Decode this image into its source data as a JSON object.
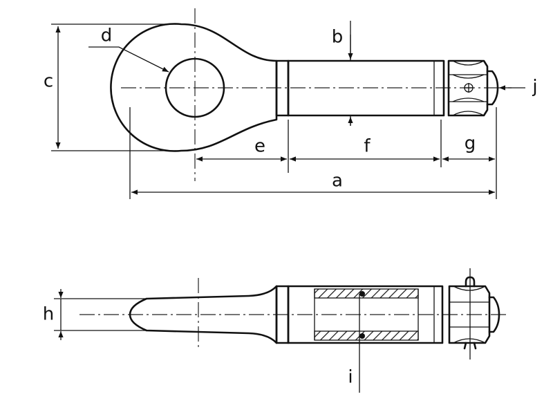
{
  "labels": {
    "a": "a",
    "b": "b",
    "c": "c",
    "d": "d",
    "e": "e",
    "f": "f",
    "g": "g",
    "h": "h",
    "i": "i",
    "j": "j"
  }
}
